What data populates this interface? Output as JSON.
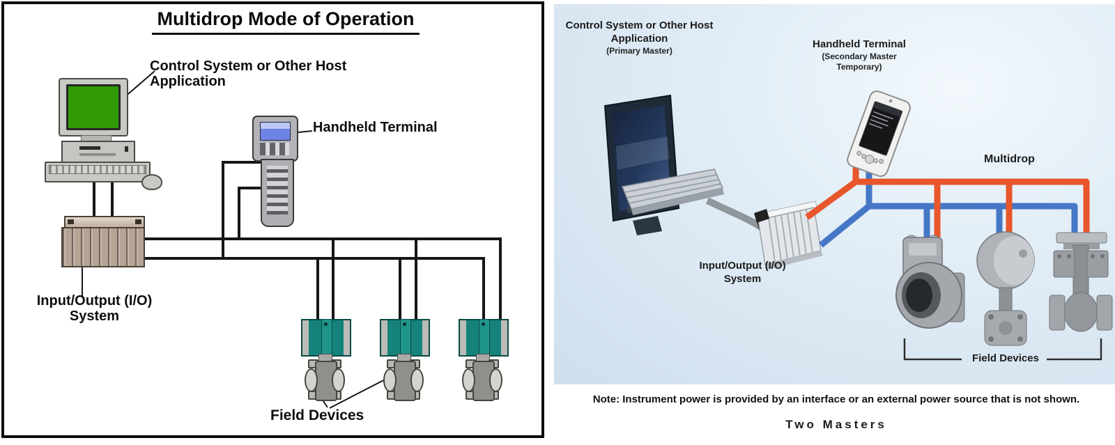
{
  "left_diagram": {
    "title": "Multidrop Mode of Operation",
    "labels": {
      "control_system": "Control System or Other Host Application",
      "handheld": "Handheld Terminal",
      "io_system": "Input/Output (I/O) System",
      "field_devices": "Field Devices"
    },
    "colors": {
      "wire_black": "#161616",
      "crt_screen_green": "#2f9a04",
      "device_teal": "#15837b",
      "io_rack_tan": "#b5a394"
    }
  },
  "right_diagram": {
    "labels": {
      "control_system": "Control System or Other Host Application",
      "control_system_sub": "(Primary Master)",
      "handheld": "Handheld Terminal",
      "handheld_sub": "(Secondary Master Temporary)",
      "multidrop": "Multidrop",
      "io_system": "Input/Output (I/O) System",
      "field_devices": "Field Devices"
    },
    "note": "Note: Instrument power is provided by an interface or an external power source that is not shown.",
    "caption": "Two Masters",
    "colors": {
      "cable_orange": "#E8562B",
      "cable_blue": "#4577C6",
      "background_blue": "#d6e4f0"
    }
  }
}
